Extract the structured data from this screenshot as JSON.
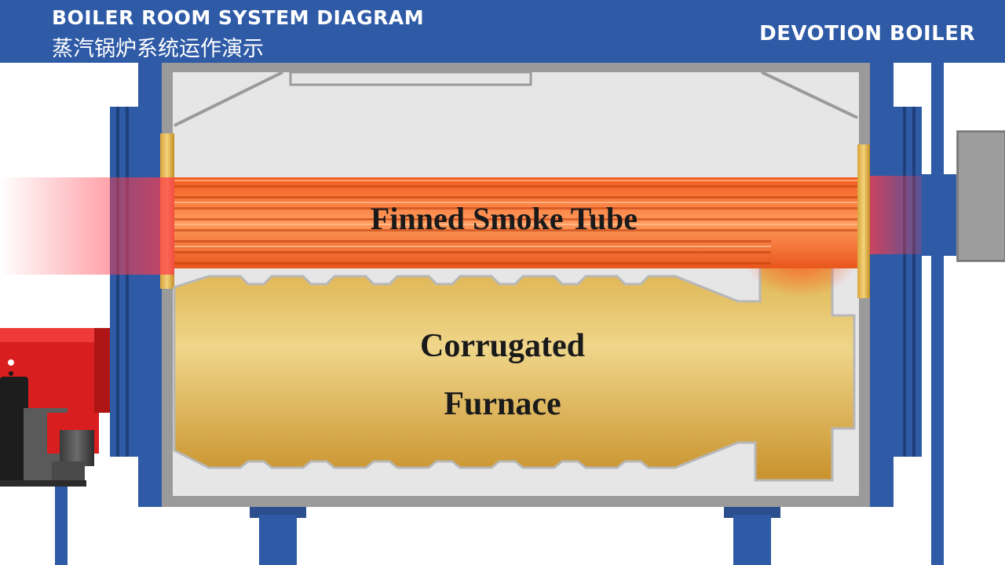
{
  "header": {
    "title_en": "BOILER ROOM SYSTEM DIAGRAM",
    "title_cn": "蒸汽锅炉系统运作演示",
    "brand": "DEVOTION BOILER"
  },
  "diagram": {
    "smoke_tube_label": "Finned Smoke Tube",
    "furnace_label_line1": "Corrugated",
    "furnace_label_line2": "Furnace"
  },
  "colors": {
    "header_bg": "#2e5aa6",
    "frame_blue": "#2e5aa6",
    "shell_fill": "#e6e6e6",
    "tube_orange": "#f07a3a",
    "furnace_gold": "#e3c56f",
    "burner_red": "#d81e1e"
  }
}
